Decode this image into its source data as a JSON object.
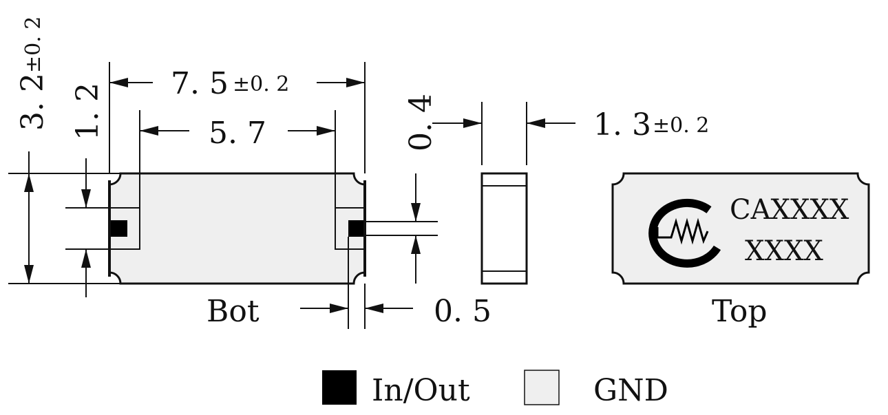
{
  "dimensions": {
    "height": {
      "value": "3. 2",
      "tol": "±0. 2"
    },
    "pad_height": "1. 2",
    "length": {
      "value": "7. 5",
      "tol": "±0. 2"
    },
    "pad_gap": "5. 7",
    "thickness_step": "0. 4",
    "thickness": {
      "value": "1. 3",
      "tol": "±0. 2"
    },
    "pad_width": "0. 5"
  },
  "views": {
    "bottom": "Bot",
    "top": "Top"
  },
  "marking": {
    "line1": "CAXXXX",
    "line2": "XXXX"
  },
  "legend": {
    "io_label": "In/Out",
    "gnd_label": "GND"
  },
  "colors": {
    "body_fill": "#efefef",
    "pad_fill": "#000000",
    "line": "#111111"
  }
}
